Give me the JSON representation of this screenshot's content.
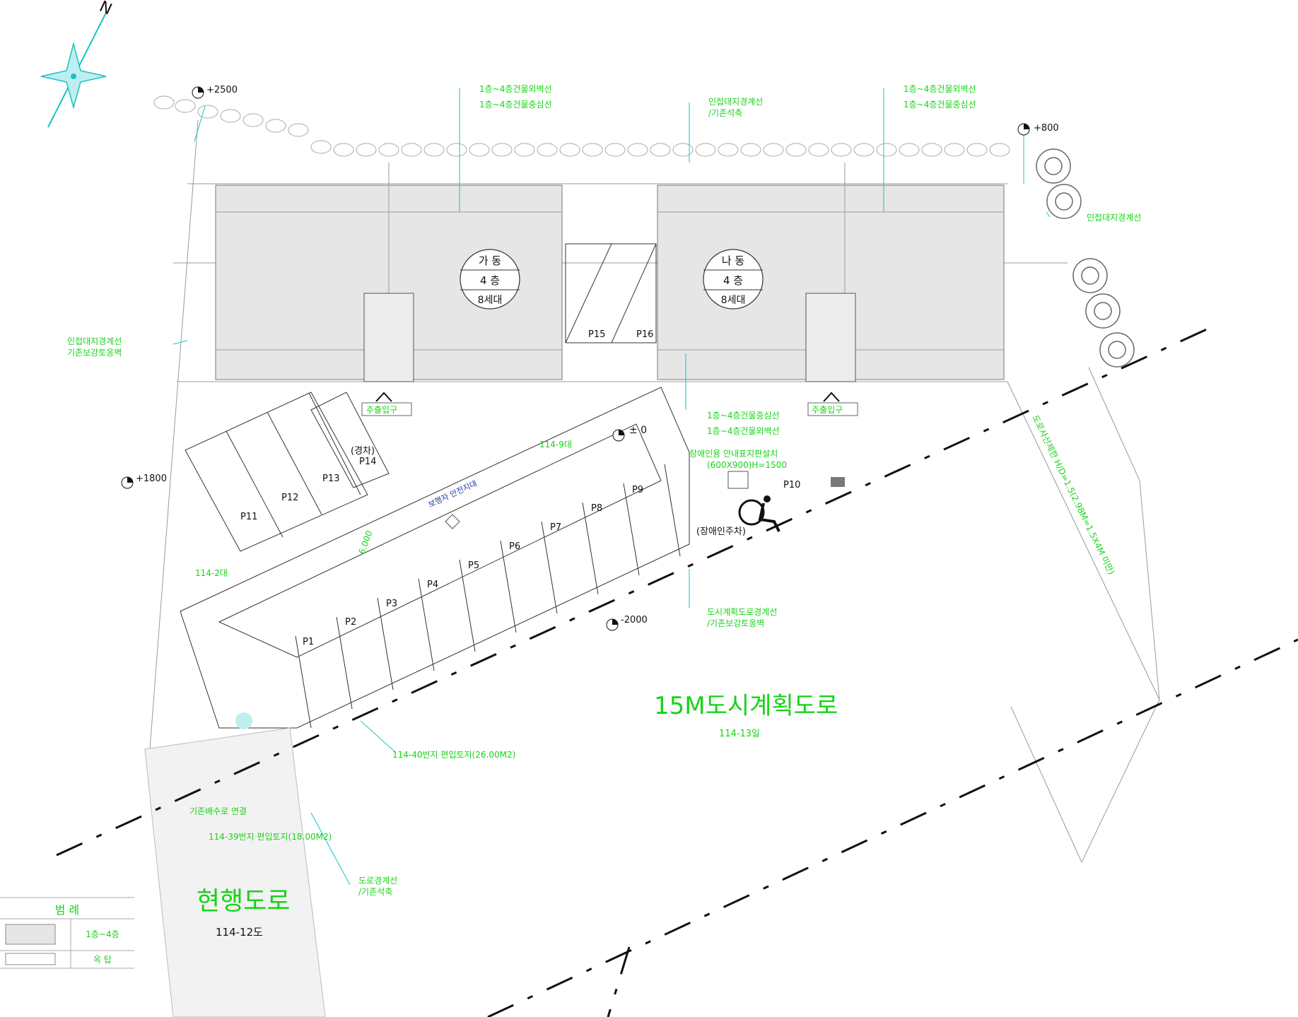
{
  "levels": {
    "l1": "+2500",
    "l2": "+800",
    "l3": "+1800",
    "l4": "± 0",
    "l5": "-2000"
  },
  "buildings": {
    "ga": {
      "name": "가 동",
      "floors": "4 층",
      "units": "8세대"
    },
    "na": {
      "name": "나 동",
      "floors": "4 층",
      "units": "8세대"
    }
  },
  "entrances": {
    "ga": "주출입구",
    "na": "주출입구"
  },
  "parking": {
    "p1": "P1",
    "p2": "P2",
    "p3": "P3",
    "p4": "P4",
    "p5": "P5",
    "p6": "P6",
    "p7": "P7",
    "p8": "P8",
    "p9": "P9",
    "p10": "P10",
    "p11": "P11",
    "p12": "P12",
    "p13": "P13",
    "p14": "P14",
    "p15": "P15",
    "p16": "P16",
    "compact": "(경차)",
    "accessible": "(장애인주차)"
  },
  "notes": {
    "n1a": "1층~4층건물외벽선",
    "n1b": "1층~4층건물중심선",
    "n2a": "인접대지경계선",
    "n2b": "/기존석축",
    "n3a": "1층~4층건물외벽선",
    "n3b": "1층~4층건물중심선",
    "n4": "인접대지경계선",
    "n5a": "인접대지경계선",
    "n5b": "기존보강토옹벽",
    "n6a": "1층~4층건물중심선",
    "n6b": "1층~4층건물외벽선",
    "n7a": "장애인용 안내표지판설치",
    "n7b": "(600X900)H=1500",
    "n8": "보행자 안전지대",
    "n9": "114-9대",
    "n10": "114-2대",
    "n11a": "도시계획도로경계선",
    "n11b": "/기존보강토옹벽",
    "n12": "114-40번지 편입토지(26.00M2)",
    "n13": "기존배수로 연결",
    "n14": "114-39번지 편입토지(18.00M2)",
    "n15a": "도로경계선",
    "n15b": "/기존석축",
    "n16": "도로사선제한 H/D=1.5(2.98M=1.5X4M 미만)",
    "dim1": "6.000"
  },
  "roads": {
    "planned_name": "15M도시계획도로",
    "planned_lot": "114-13일",
    "existing_name": "현행도로",
    "existing_lot": "114-12도"
  },
  "compass": "N",
  "legend": {
    "title": "범 례",
    "row1": "1층~4층",
    "row2": "옥 탑"
  }
}
